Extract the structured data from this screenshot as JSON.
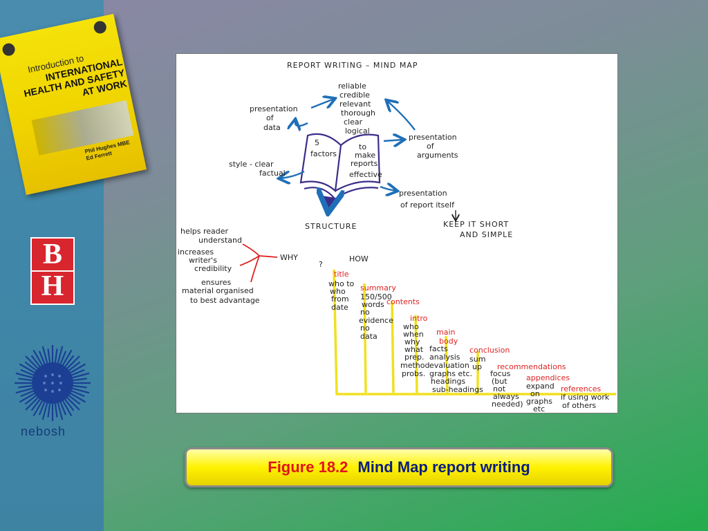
{
  "book": {
    "title_line1": "Introduction to",
    "title_line2": "INTERNATIONAL",
    "title_line3": "HEALTH AND SAFETY",
    "title_line4": "AT WORK",
    "author1": "Phil Hughes MBE",
    "author2": "Ed Ferrett"
  },
  "bh_logo": {
    "top": "B",
    "bottom": "H"
  },
  "nebosh": {
    "name": "nebosh"
  },
  "mindmap": {
    "title": "REPORT WRITING – MIND MAP",
    "center_left": [
      "5",
      "factors"
    ],
    "center_right": [
      "to",
      "make",
      "reports",
      "effective"
    ],
    "top_list": [
      "reliable",
      "credible",
      "relevant",
      "thorough",
      "clear",
      "logical"
    ],
    "presentation_data": [
      "presentation",
      "of",
      "data"
    ],
    "presentation_args": [
      "presentation",
      "of",
      "arguments"
    ],
    "style": [
      "style - clear",
      "factual"
    ],
    "presentation_report": [
      "presentation",
      "of report itself"
    ],
    "keep_short": [
      "KEEP IT SHORT",
      "AND SIMPLE"
    ],
    "structure": "STRUCTURE",
    "why": "WHY",
    "how": "HOW",
    "why_reasons": [
      "helps reader",
      "understand",
      "increases",
      "writer's",
      "credibility",
      "ensures",
      "material organised",
      "to best advantage"
    ],
    "sections": {
      "title": {
        "head": "title",
        "items": [
          "who to",
          "who",
          "from",
          "date"
        ]
      },
      "summary": {
        "head": "summary",
        "items": [
          "150/500",
          "words",
          "no",
          "evidence",
          "no",
          "data"
        ]
      },
      "contents": {
        "head": "contents"
      },
      "intro": {
        "head": "intro",
        "items": [
          "who",
          "when",
          "why",
          "what",
          "prep.",
          "method",
          "probs."
        ]
      },
      "main_body": {
        "head": [
          "main",
          "body"
        ],
        "items": [
          "facts",
          "analysis",
          "evaluation",
          "graphs etc.",
          "headings",
          "sub-headings"
        ]
      },
      "conclusion": {
        "head": "conclusion",
        "items": [
          "sum",
          "up"
        ]
      },
      "recommendations": {
        "head": "recommendations",
        "items": [
          "focus",
          "(but",
          "not",
          "always",
          "needed)"
        ]
      },
      "appendices": {
        "head": "appendices",
        "items": [
          "expand",
          "on",
          "graphs",
          "etc"
        ]
      },
      "references": {
        "head": "references",
        "items": [
          "if using work",
          "of others"
        ]
      }
    }
  },
  "caption": {
    "figure": "Figure 18.2",
    "title": "Mind Map report writing"
  },
  "colors": {
    "caption_figure": "#e0141c",
    "caption_title": "#0b1d80",
    "accent_yellow": "#f0e020",
    "arrow_blue": "#1f6fb8",
    "book_purple": "#3a2d8a"
  }
}
